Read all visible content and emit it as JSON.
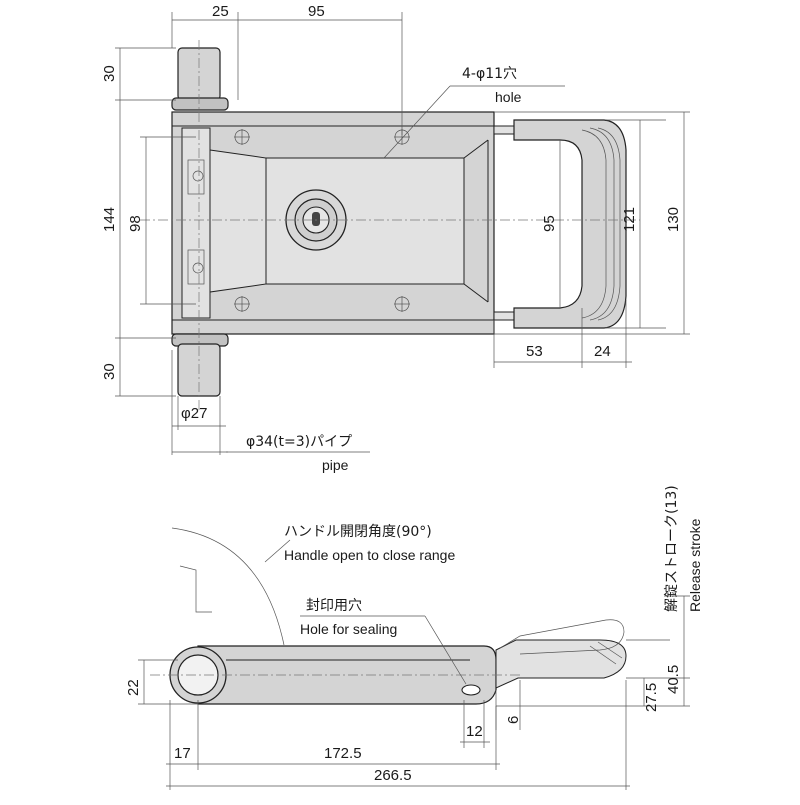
{
  "top_view": {
    "dim_top_25": "25",
    "dim_top_95": "95",
    "dim_left_30_top": "30",
    "dim_left_144": "144",
    "dim_left_98": "98",
    "dim_left_30_bottom": "30",
    "dim_inner_95": "95",
    "dim_right_121": "121",
    "dim_right_130": "130",
    "dim_bottom_53": "53",
    "dim_bottom_24": "24",
    "dim_phi27": "φ27",
    "hole_note_jp": "4-φ11穴",
    "hole_note_en": "hole",
    "pipe_note_jp": "φ34(t=3)パイプ",
    "pipe_note_en": "pipe"
  },
  "side_view": {
    "handle_range_jp": "ハンドル開閉角度(90°)",
    "handle_range_en": "Handle open to close range",
    "seal_hole_jp": "封印用穴",
    "seal_hole_en": "Hole for sealing",
    "release_stroke_jp": "解錠ストローク(13)",
    "release_stroke_en": "Release stroke",
    "dim_22": "22",
    "dim_12": "12",
    "dim_6": "6",
    "dim_27_5": "27.5",
    "dim_40_5": "40.5",
    "dim_17": "17",
    "dim_172_5": "172.5",
    "dim_266_5": "266.5"
  }
}
